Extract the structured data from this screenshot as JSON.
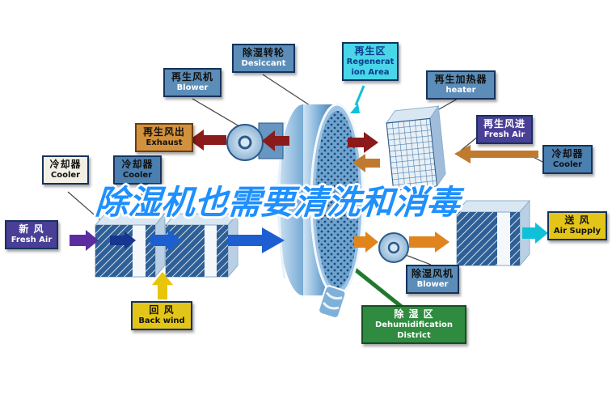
{
  "title": {
    "watermark": "除湿机也需要清洗和消毒"
  },
  "labels": {
    "cooler_left": {
      "zh": "冷却器",
      "en": "Cooler"
    },
    "fresh_air_left": {
      "zh": "新 风",
      "en": "Fresh Air"
    },
    "regen_blower": {
      "zh": "再生风机",
      "en": "Blower"
    },
    "exhaust": {
      "zh": "再生风出",
      "en": "Exhaust"
    },
    "cooler_mid": {
      "zh": "冷却器",
      "en": "Cooler"
    },
    "back_wind": {
      "zh": "回 风",
      "en": "Back wind"
    },
    "desiccant": {
      "zh": "除湿转轮",
      "en": "Desiccant"
    },
    "regen_area": {
      "zh": "再生区",
      "en": "Regeneration Area"
    },
    "heater": {
      "zh": "再生加热器",
      "en": "heater"
    },
    "fresh_air_right": {
      "zh": "再生风进",
      "en": "Fresh Air"
    },
    "cooler_right": {
      "zh": "冷却器",
      "en": "Cooler"
    },
    "air_supply": {
      "zh": "送 风",
      "en": "Air Supply"
    },
    "dehum_blower": {
      "zh": "除湿风机",
      "en": "Blower"
    },
    "dehum_district": {
      "zh": "除 湿 区",
      "en": "Dehumidification District"
    }
  },
  "colors": {
    "watermark": "#1e90ff",
    "arrow_red": "#8b1a1a",
    "arrow_blue": "#1d5fd0",
    "arrow_purple": "#5b2da0",
    "arrow_yellow": "#e8c50a",
    "arrow_orange": "#e0841e",
    "arrow_cyan": "#10c0d8",
    "arrow_green": "#1f7a2e",
    "box_steel": "#5b8db8",
    "box_purple": "#4a3f96",
    "box_orange": "#d2913c",
    "box_yellow": "#e3c519",
    "box_cyan": "#49d6e8",
    "box_green": "#2e8b3f"
  }
}
